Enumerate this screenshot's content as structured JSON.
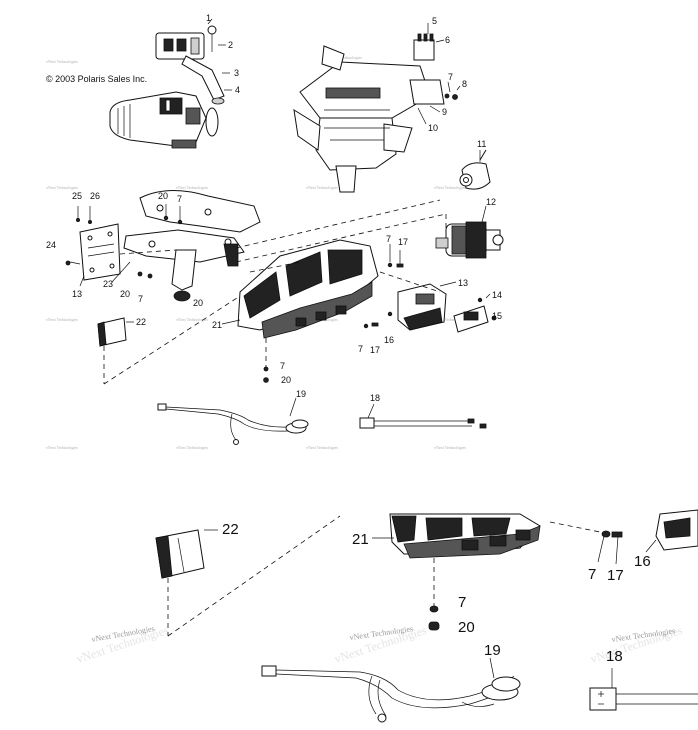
{
  "copyright": "© 2003 Polaris Sales Inc.",
  "watermark": "vNext Technologies",
  "callouts": {
    "c1": "1",
    "c2": "2",
    "c3": "3",
    "c4": "4",
    "c5": "5",
    "c6": "6",
    "c7": "7",
    "c8": "8",
    "c9": "9",
    "c10": "10",
    "c11": "11",
    "c12": "12",
    "c13": "13",
    "c14": "14",
    "c15": "15",
    "c16": "16",
    "c17": "17",
    "c18": "18",
    "c19": "19",
    "c20": "20",
    "c21": "21",
    "c22": "22",
    "c23": "23",
    "c24": "24",
    "c25": "25",
    "c26": "26"
  }
}
